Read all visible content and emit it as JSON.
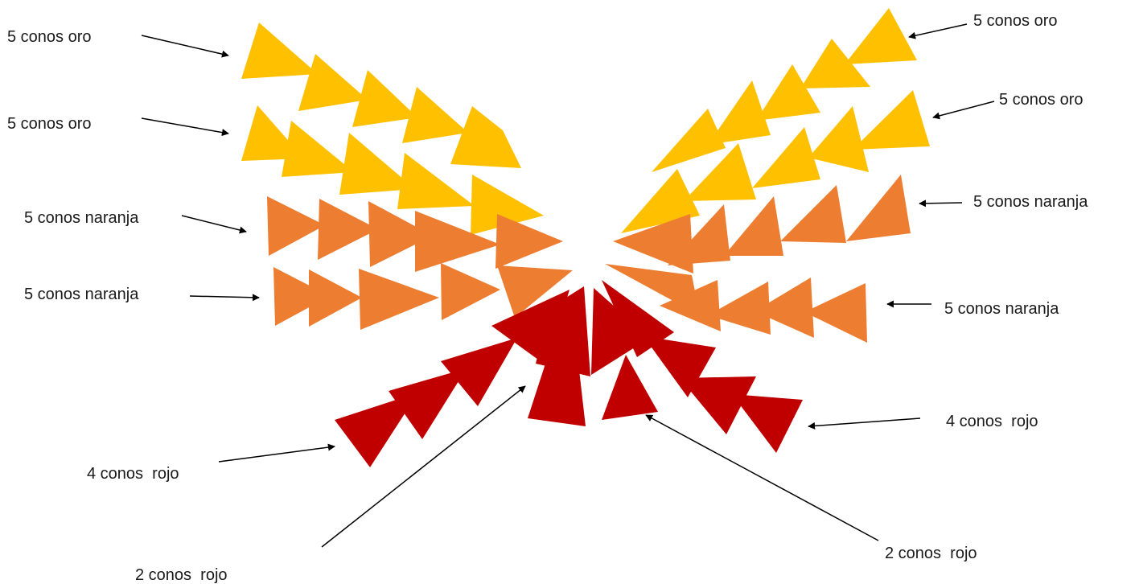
{
  "colors": {
    "gold": "#FFC000",
    "orange": "#ED7D31",
    "red": "#C00000",
    "arrow": "#000000"
  },
  "labels": {
    "gold_left_1": "5 conos oro",
    "gold_left_2": "5 conos oro",
    "orange_left_1": "5 conos naranja",
    "orange_left_2": "5 conos naranja",
    "red_left_4": "4 conos  rojo",
    "red_left_2": "2 conos  rojo",
    "gold_right_1": "5 conos oro",
    "gold_right_2": "5 conos oro",
    "orange_right_1": "5 conos naranja",
    "orange_right_2": "5 conos naranja",
    "red_right_4": "4 conos  rojo",
    "red_right_2": "2 conos  rojo"
  }
}
